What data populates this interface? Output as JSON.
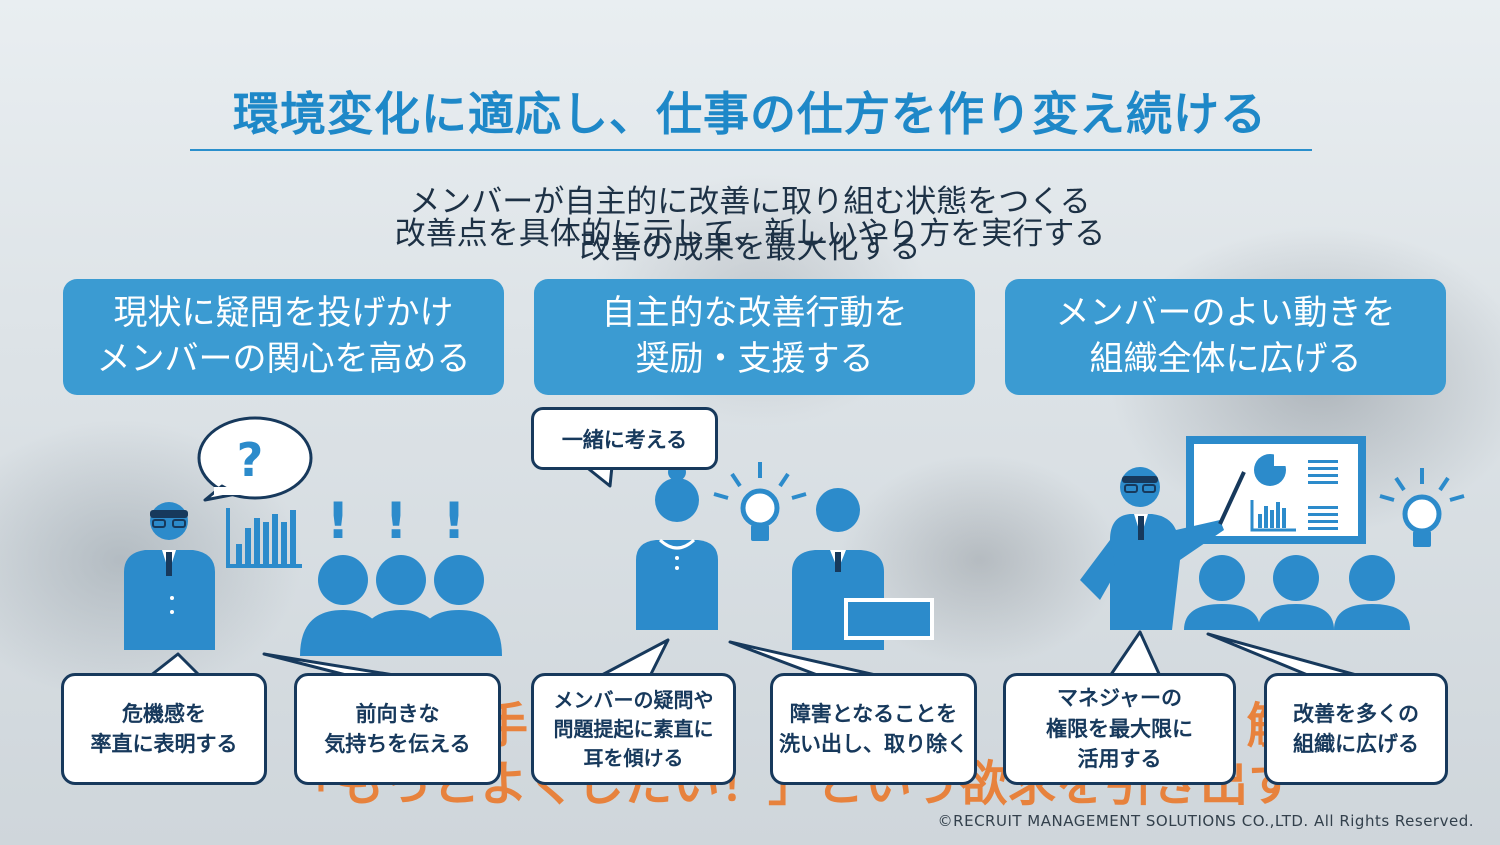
{
  "title": "環境変化に適応し、仕事の仕方を作り変え続ける",
  "ghost_text": {
    "line1": "メンバーが自主的に改善に取り組む状態をつくる",
    "line2": "改善点を具体的に示して、新しいやり方を実行する",
    "line3": "改善の成果を最大化する",
    "orange1": "手                                           解",
    "orange2": "「もっとよくしたい！」という欲求を引き出す"
  },
  "columns": [
    {
      "header_line1": "現状に疑問を投げかけ",
      "header_line2": "メンバーの関心を高める"
    },
    {
      "header_line1": "自主的な改善行動を",
      "header_line2": "奨励・支援する"
    },
    {
      "header_line1": "メンバーのよい動きを",
      "header_line2": "組織全体に広げる"
    }
  ],
  "speech_bubble": "一緒に考える",
  "icons": {
    "question": "?",
    "exclaim": "!"
  },
  "callouts": [
    {
      "line1": "危機感を",
      "line2": "率直に表明する"
    },
    {
      "line1": "前向きな",
      "line2": "気持ちを伝える"
    },
    {
      "line1": "メンバーの疑問や",
      "line2": "問題提起に素直に",
      "line3": "耳を傾ける"
    },
    {
      "line1": "障害となることを",
      "line2": "洗い出し、取り除く"
    },
    {
      "line1": "マネジャーの",
      "line2": "権限を最大限に",
      "line3": "活用する"
    },
    {
      "line1": "改善を多くの",
      "line2": "組織に広げる"
    }
  ],
  "colors": {
    "accent": "#1e88c8",
    "header_box": "#3b9bd2",
    "figure": "#2c8bcb",
    "callout_border": "#17395c",
    "ghost_orange": "#ec7422"
  },
  "copyright": "©RECRUIT MANAGEMENT SOLUTIONS CO.,LTD. All Rights Reserved."
}
